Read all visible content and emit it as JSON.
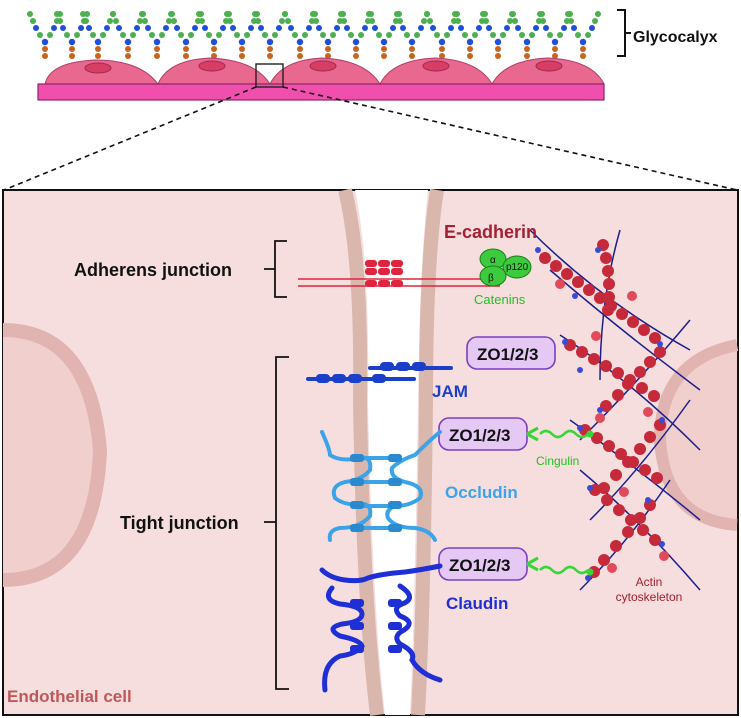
{
  "labels": {
    "glycocalyx": "Glycocalyx",
    "e_cadherin": "E-cadherin",
    "adherens_junction": "Adherens junction",
    "catenin_alpha": "α",
    "catenin_beta": "β",
    "catenin_p120": "p120",
    "catenins": "Catenins",
    "zo_1": "ZO1/2/3",
    "zo_2": "ZO1/2/3",
    "zo_3": "ZO1/2/3",
    "jam": "JAM",
    "cingulin": "Cingulin",
    "occludin": "Occludin",
    "tight_junction": "Tight junction",
    "claudin": "Claudin",
    "actin_line1": "Actin",
    "actin_line2": "cytoskeleton",
    "endothelial_cell": "Endothelial cell"
  },
  "colors": {
    "glycocalyx_green": "#4caf50",
    "glycocalyx_blue": "#1e4fd6",
    "glycocalyx_orange": "#c8641e",
    "cell_pink": "#e8688f",
    "basement": "#f04fae",
    "cell_bg": "#f6dede",
    "membrane": "#d9b7ad",
    "cadherin_red": "#e0233f",
    "catenin_green": "#3ccb3c",
    "zo_fill": "#e5c8f3",
    "zo_stroke": "#7b3fc4",
    "jam_blue": "#1b3fc9",
    "occludin_blue": "#3ba3e8",
    "claudin_blue": "#1f2fd6",
    "actin_red": "#c62a3a",
    "actin_line": "#1b1f8c",
    "label_red": "#a52032",
    "endo_label": "#c0585a"
  }
}
